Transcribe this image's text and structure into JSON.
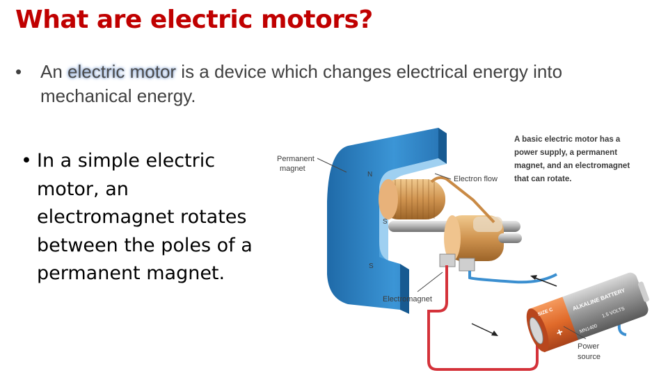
{
  "slide": {
    "title": "What are electric motors?",
    "bullet1": {
      "marker": "•",
      "prefix": "An ",
      "highlight": "electric motor",
      "suffix": " is a device which changes electrical energy into mechanical energy."
    },
    "bullet2": {
      "marker": "•",
      "text": "In a simple electric motor, an electromagnet rotates between the poles of a permanent magnet."
    }
  },
  "figure": {
    "caption_line1": "A basic electric motor has a",
    "caption_line2": "power supply, a permanent",
    "caption_line3": "magnet, and an electromagnet",
    "caption_line4": "that can rotate.",
    "label_permanent_1": "Permanent",
    "label_permanent_2": "magnet",
    "label_electron_flow": "Electron flow",
    "label_electromagnet": "Electromagnet",
    "label_power_1": "Power",
    "label_power_2": "source",
    "pole_n": "N",
    "pole_s1": "S",
    "pole_s2": "S",
    "battery_text_1": "ALKALINE BATTERY",
    "battery_text_2": "SIZE C",
    "battery_text_3": "1.5 VOLTS",
    "battery_text_4": "MN1400",
    "battery_plus": "+",
    "colors": {
      "magnet": "#2f86c9",
      "wire_red": "#d4323a",
      "wire_blue": "#3b8fd0",
      "copper": "#c98a45",
      "battery_orange": "#e06a2a"
    }
  }
}
